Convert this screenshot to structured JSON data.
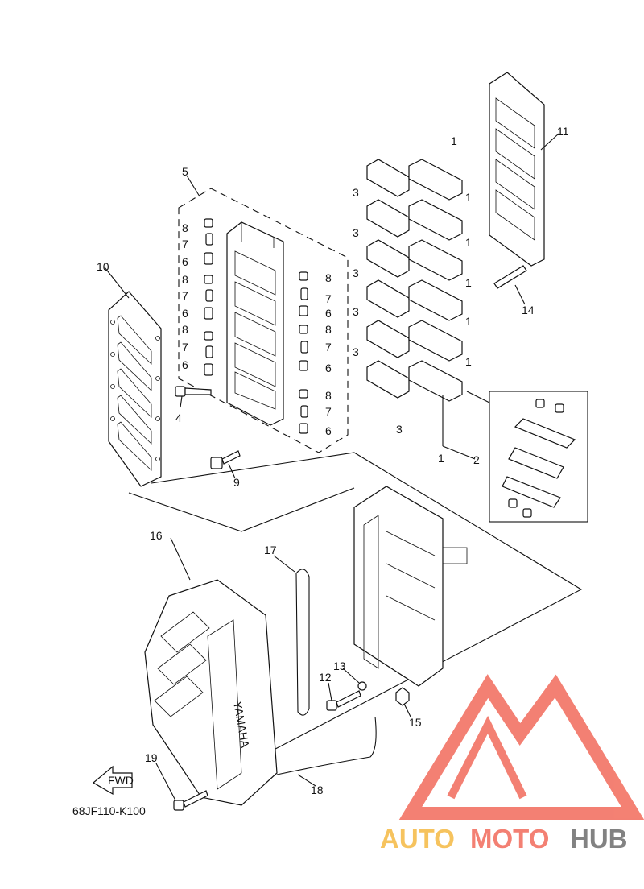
{
  "diagram": {
    "code": "68JF110-K100",
    "fwd_label": "FWD",
    "brand_text": "YAMAHA",
    "callouts": {
      "c1a": "1",
      "c1b": "1",
      "c1c": "1",
      "c1d": "1",
      "c1e": "1",
      "c1f": "1",
      "c1g": "1",
      "c2": "2",
      "c3a": "3",
      "c3b": "3",
      "c3c": "3",
      "c3d": "3",
      "c3e": "3",
      "c3f": "3",
      "c4": "4",
      "c5": "5",
      "c6a": "6",
      "c6b": "6",
      "c6c": "6",
      "c6d": "6",
      "c6e": "6",
      "c6f": "6",
      "c7a": "7",
      "c7b": "7",
      "c7c": "7",
      "c7d": "7",
      "c7e": "7",
      "c7f": "7",
      "c8a": "8",
      "c8b": "8",
      "c8c": "8",
      "c8d": "8",
      "c8e": "8",
      "c8f": "8",
      "c9": "9",
      "c10": "10",
      "c11": "11",
      "c12": "12",
      "c13": "13",
      "c14": "14",
      "c15": "15",
      "c16": "16",
      "c17": "17",
      "c18": "18",
      "c19": "19"
    }
  },
  "watermark": {
    "text_auto": "AUTO",
    "text_moto": "MOTO",
    "text_hub": "HUB",
    "color_primary": "#f26b5b",
    "color_accent": "#f5b942",
    "color_dark": "#6d6d6d"
  }
}
